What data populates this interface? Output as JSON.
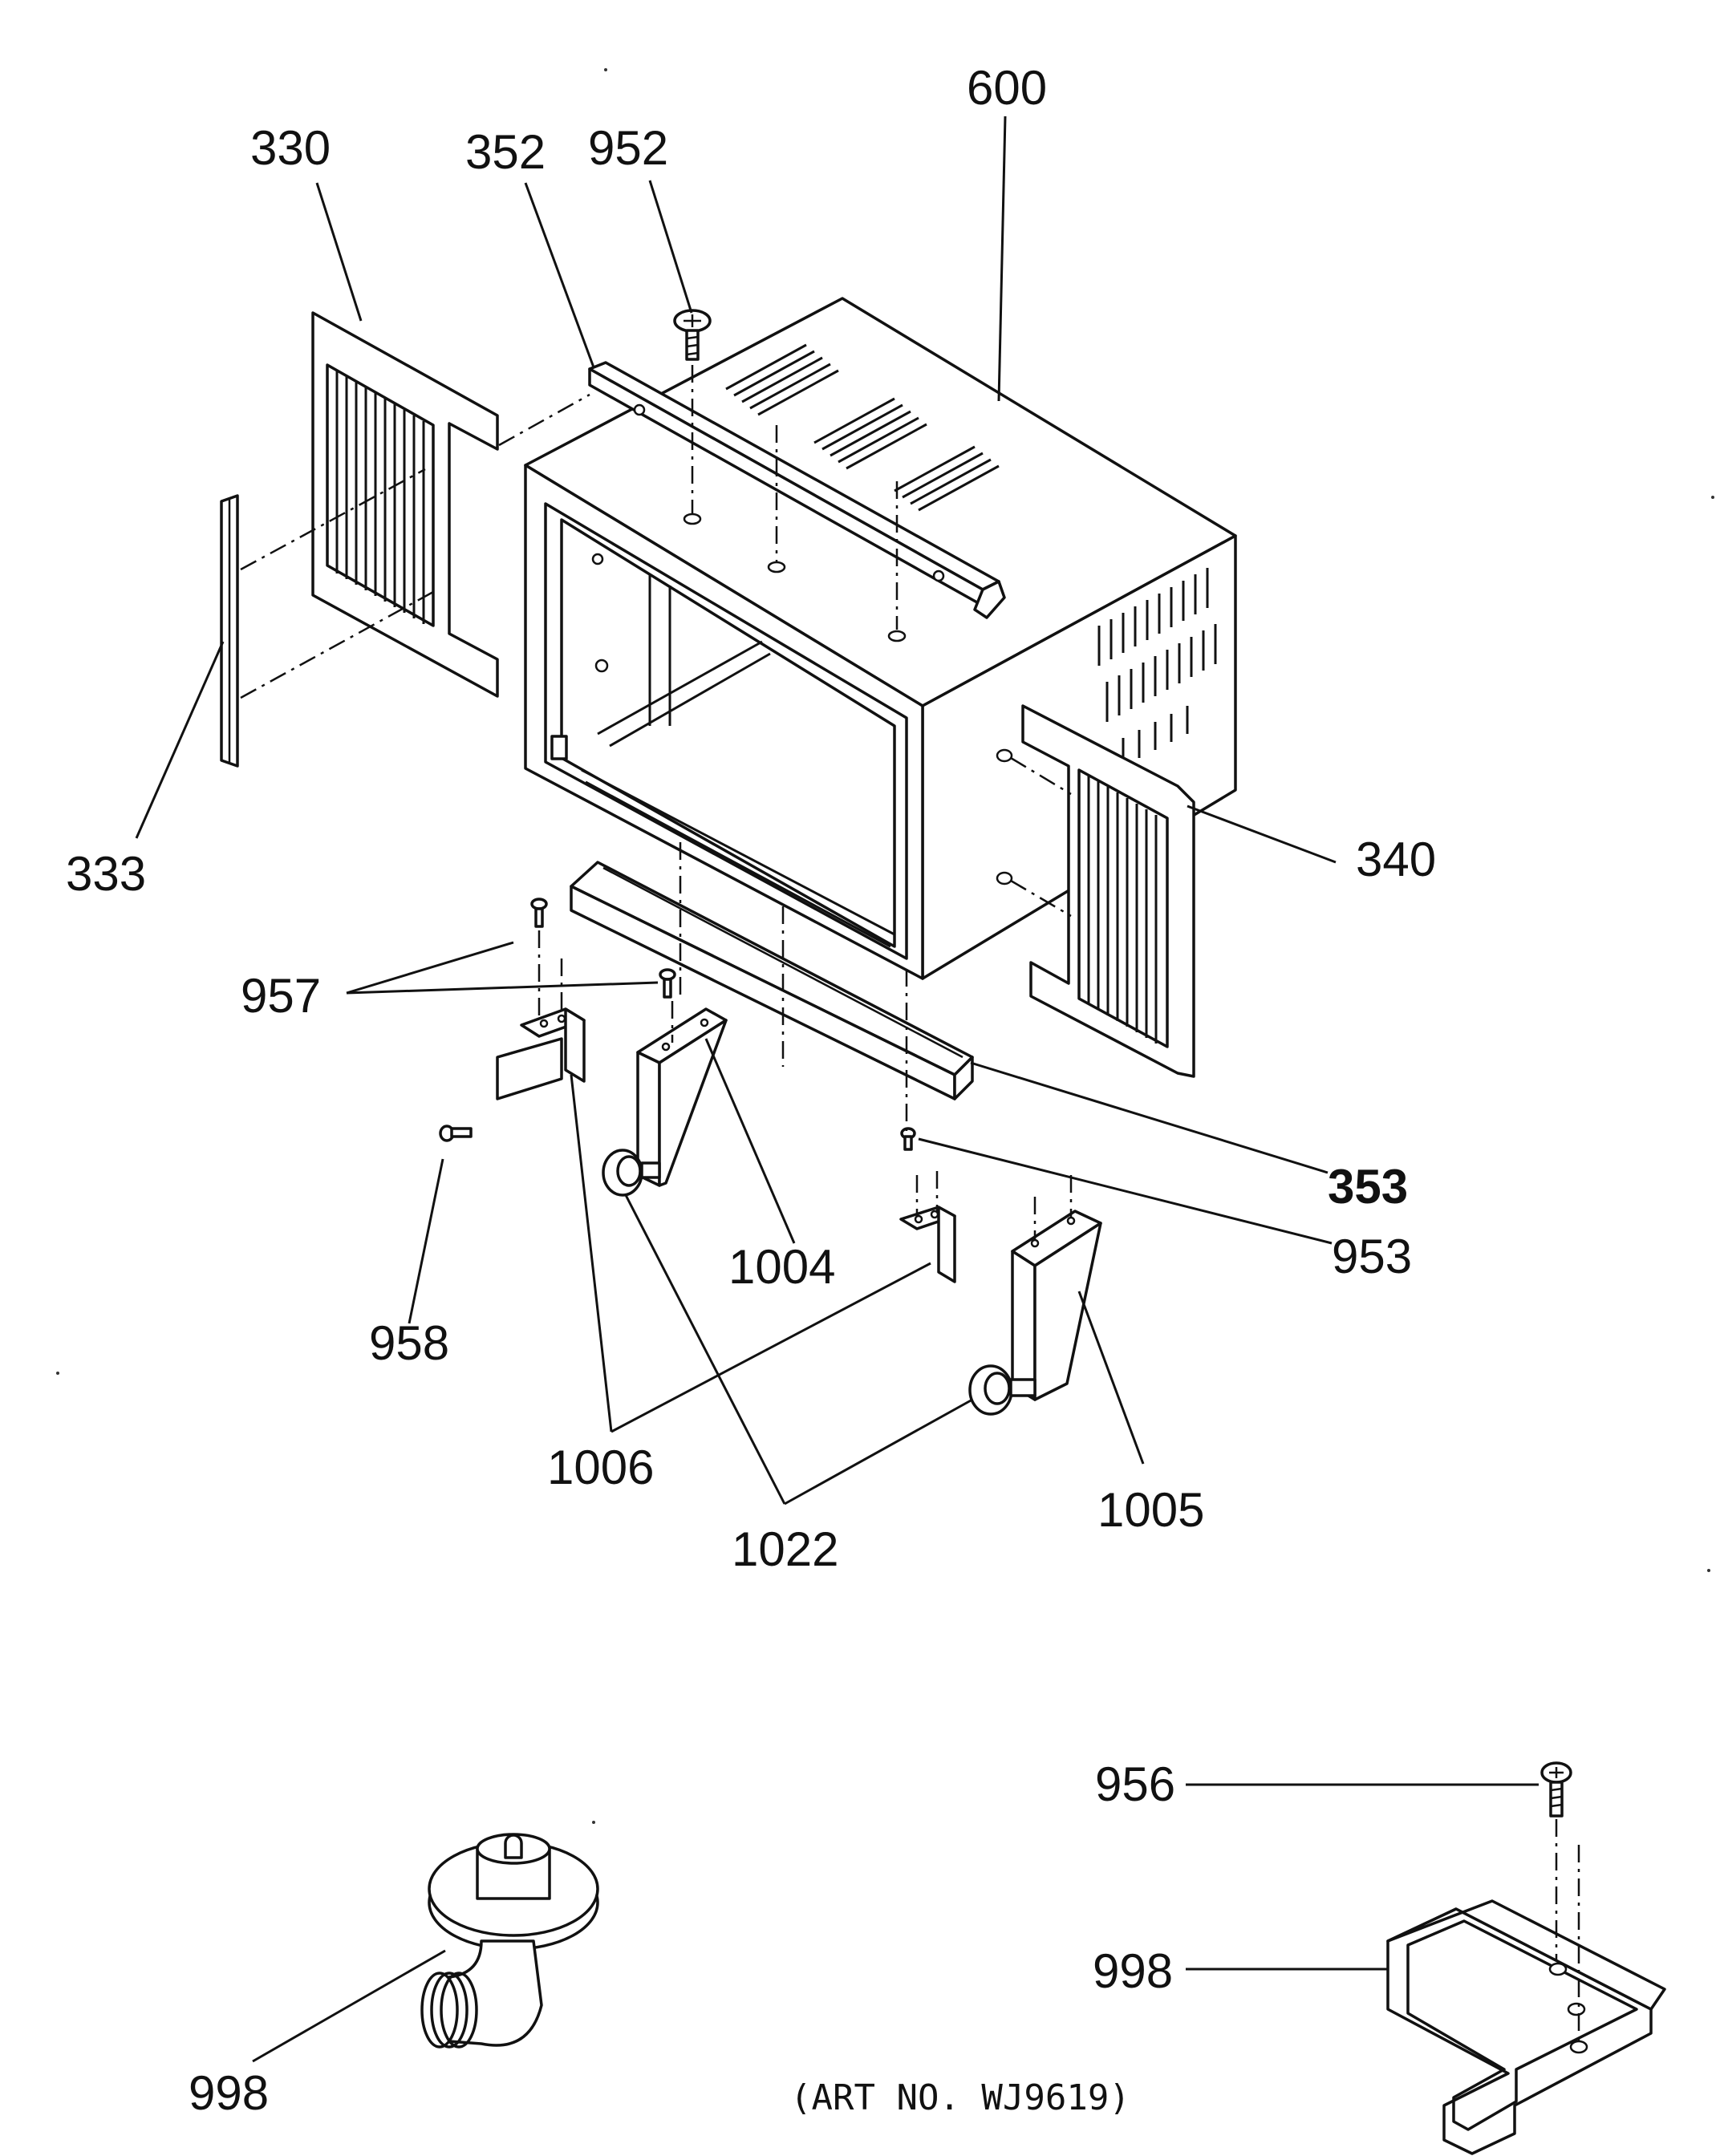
{
  "title": "",
  "callouts": {
    "c600": "600",
    "c330": "330",
    "c352": "352",
    "c952": "952",
    "c333": "333",
    "c340": "340",
    "c957": "957",
    "c353": "353",
    "c953": "953",
    "c958": "958",
    "c1004": "1004",
    "c1006": "1006",
    "c1022": "1022",
    "c1005": "1005",
    "c956": "956",
    "c998a": "998",
    "c998b": "998"
  },
  "art_number": "(ART NO. WJ9619)"
}
